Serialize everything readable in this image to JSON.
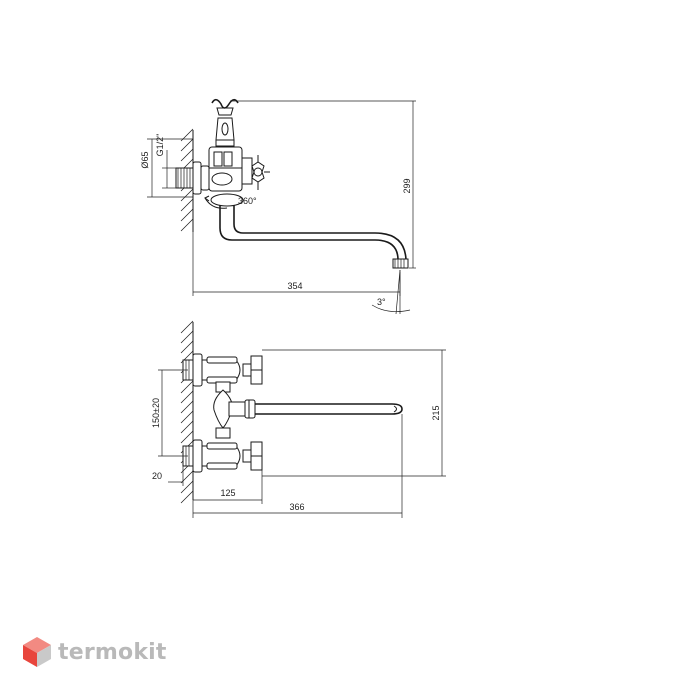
{
  "dimensions": {
    "top_view": {
      "diameter": "Ø65",
      "thread": "G1/2\"",
      "rotation": "360°",
      "height": "299",
      "spout_reach": "354",
      "tilt_angle": "3°"
    },
    "front_view": {
      "centers": "150±20",
      "height": "215",
      "wall_offset": "20",
      "valve_reach": "125",
      "spout_length": "366"
    }
  },
  "watermark": {
    "text": "termokit",
    "colors": {
      "red": "#e8453c",
      "gray": "#b9b9b9"
    }
  }
}
